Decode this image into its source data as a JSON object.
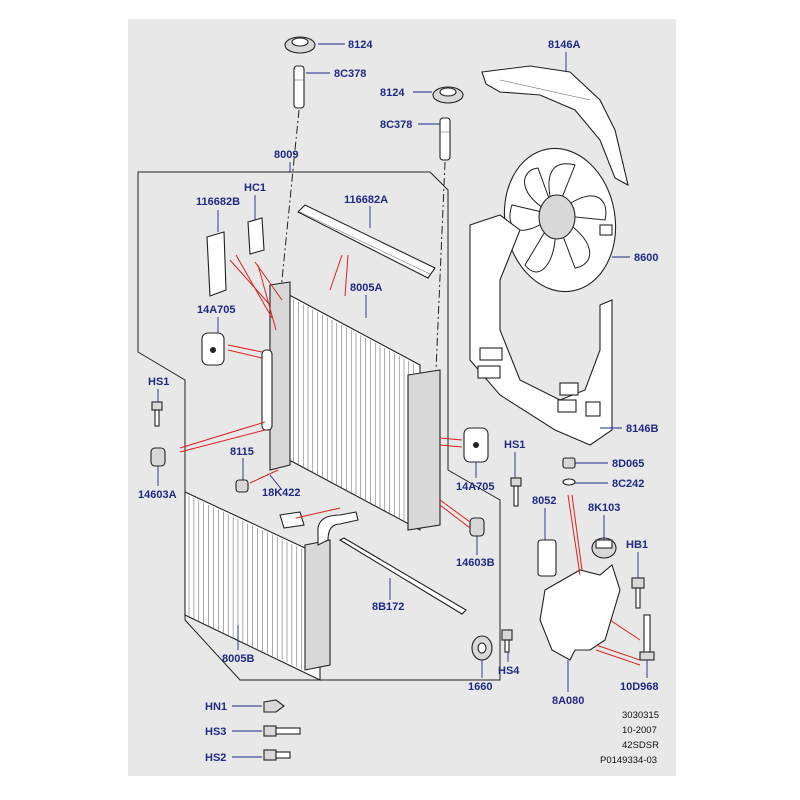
{
  "labels": {
    "p8124_top": "8124",
    "p8c378_top": "8C378",
    "p8124_mid": "8124",
    "p8c378_mid": "8C378",
    "p8146a": "8146A",
    "p8009": "8009",
    "phc1": "HC1",
    "p116682b": "116682B",
    "p116682a": "116682A",
    "p8005a": "8005A",
    "p8600": "8600",
    "p14a705_l": "14A705",
    "phs1_l": "HS1",
    "p8115": "8115",
    "p14603a": "14603A",
    "p18k422": "18K422",
    "p8146b": "8146B",
    "phs1_r": "HS1",
    "p8d065": "8D065",
    "p8c242": "8C242",
    "p14a705_r": "14A705",
    "p8052": "8052",
    "p8k103": "8K103",
    "p14603b": "14603B",
    "phb1": "HB1",
    "p8b172": "8B172",
    "p8005b": "8005B",
    "p1660": "1660",
    "phs4": "HS4",
    "p8a080": "8A080",
    "p10d968": "10D968",
    "phn1": "HN1",
    "phs3": "HS3",
    "phs2": "HS2"
  },
  "meta": {
    "line1": "3030315",
    "line2": "10-2007",
    "line3": "42SDSR",
    "line4": "P0149334-03"
  },
  "colors": {
    "panel_bg": "#e8e8e8",
    "label": "#1e2a86",
    "connector_red": "#e02020",
    "line": "#222222"
  }
}
